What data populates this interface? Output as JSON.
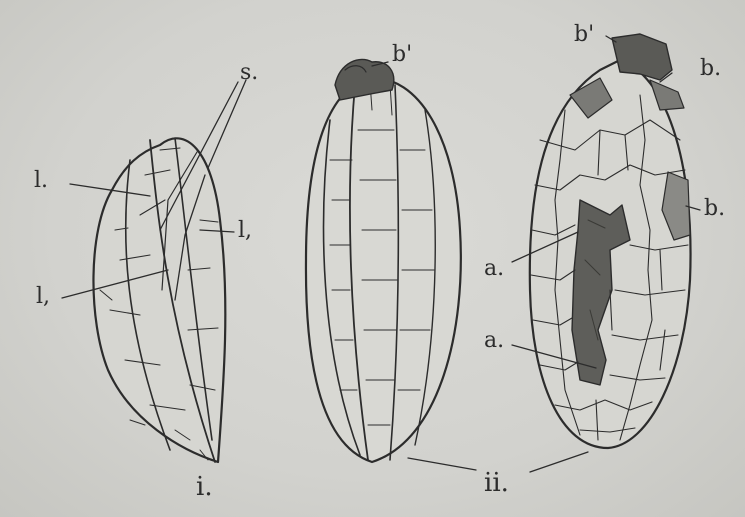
{
  "figure": {
    "labels": {
      "s": "s.",
      "l_upper": "l.",
      "l_right": "l,",
      "l_lower": "l,",
      "b_prime_mid": "b'",
      "b_prime_right": "b'",
      "b_top": "b.",
      "b_side": "b.",
      "a_upper": "a.",
      "a_lower": "a.",
      "caption_i": "i.",
      "caption_ii": "ii."
    },
    "colors": {
      "background": "#d2d2ce",
      "ink": "#2c2c2c",
      "shading": "#6e6e6a"
    }
  }
}
